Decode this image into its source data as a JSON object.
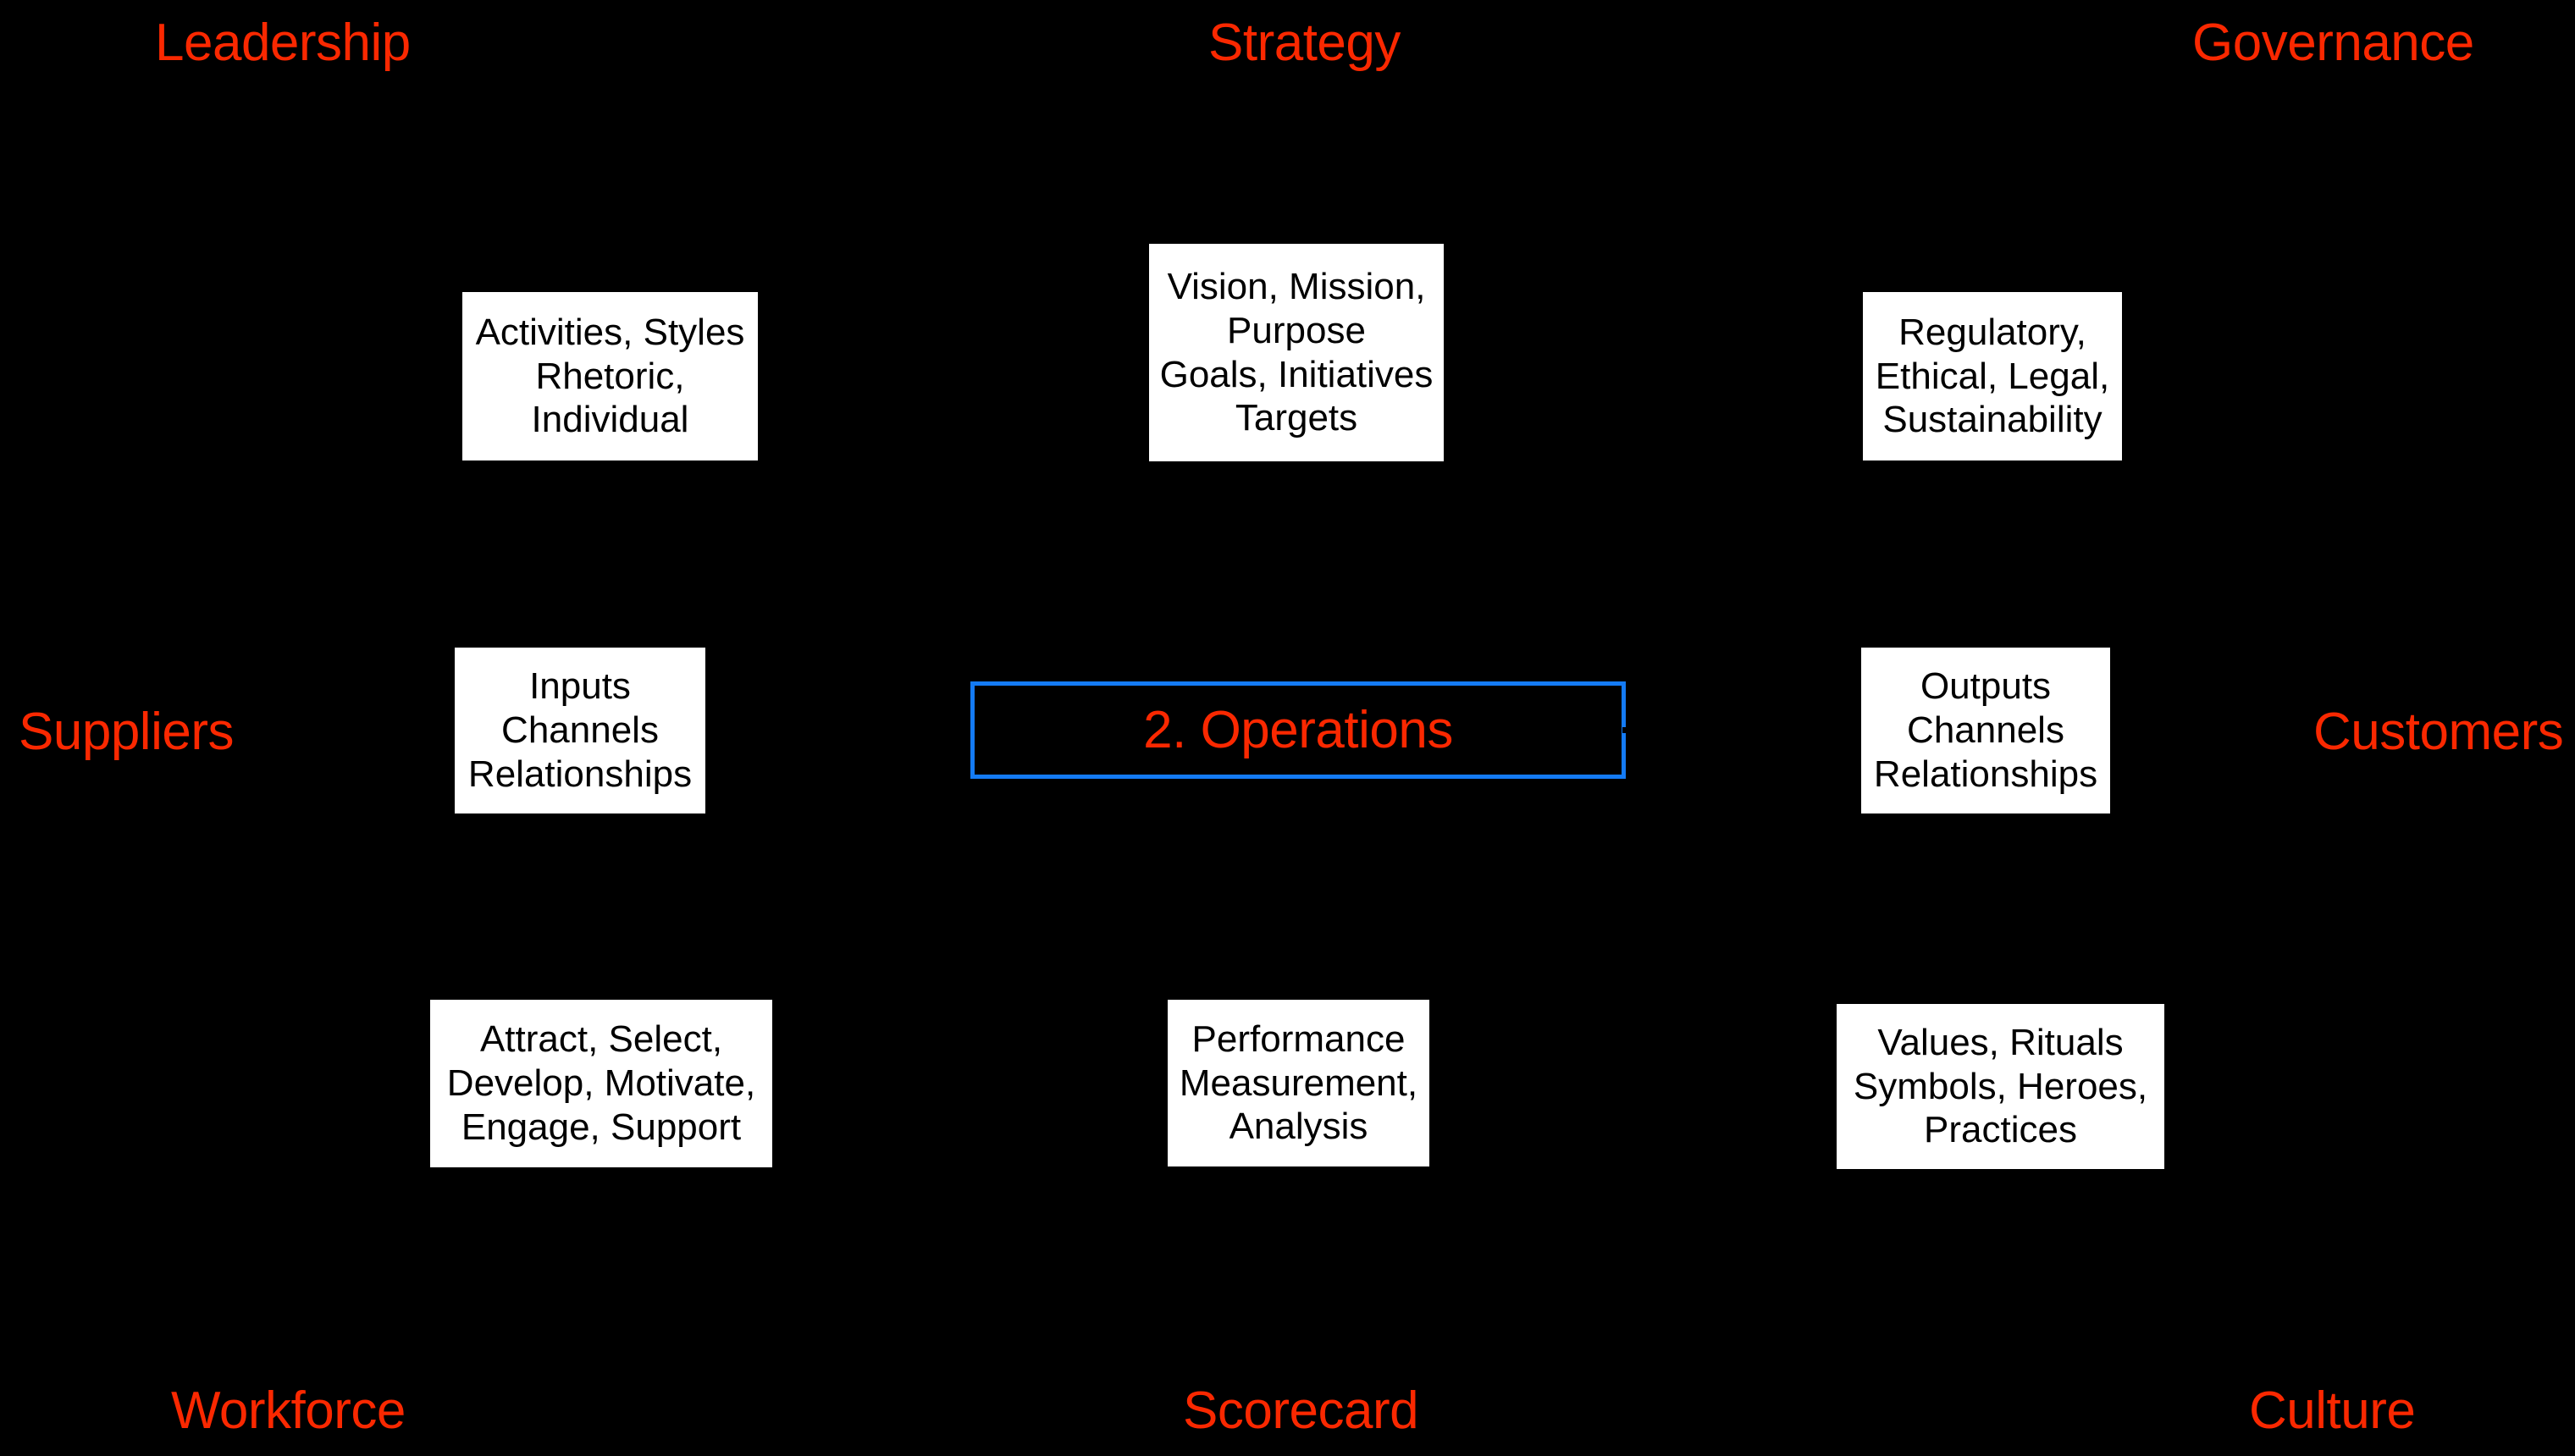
{
  "diagram": {
    "title": "2. Operations",
    "background_color": "#000000",
    "accent_color": "#fa2800",
    "highlight_border_color": "#147bf5",
    "box_fill_color": "#ffffff",
    "box_text_color": "#000000"
  },
  "perimeter_labels": {
    "leadership": "Leadership",
    "strategy": "Strategy",
    "governance": "Governance",
    "suppliers": "Suppliers",
    "customers": "Customers",
    "workforce": "Workforce",
    "scorecard": "Scorecard",
    "culture": "Culture"
  },
  "center": {
    "label": "2. Operations"
  },
  "boxes": {
    "leadership": {
      "lines": [
        "Activities, Styles",
        "Rhetoric,",
        "Individual"
      ]
    },
    "strategy": {
      "lines": [
        "Vision, Mission,",
        "Purpose",
        "Goals, Initiatives",
        "Targets"
      ]
    },
    "governance": {
      "lines": [
        "Regulatory,",
        "Ethical, Legal,",
        "Sustainability"
      ]
    },
    "suppliers": {
      "lines": [
        "Inputs",
        "Channels",
        "Relationships"
      ]
    },
    "customers": {
      "lines": [
        "Outputs",
        "Channels",
        "Relationships"
      ]
    },
    "workforce": {
      "lines": [
        "Attract, Select,",
        "Develop, Motivate,",
        "Engage, Support"
      ]
    },
    "scorecard": {
      "lines": [
        "Performance",
        "Measurement,",
        "Analysis"
      ]
    },
    "culture": {
      "lines": [
        "Values, Rituals",
        "Symbols, Heroes,",
        "Practices"
      ]
    }
  }
}
